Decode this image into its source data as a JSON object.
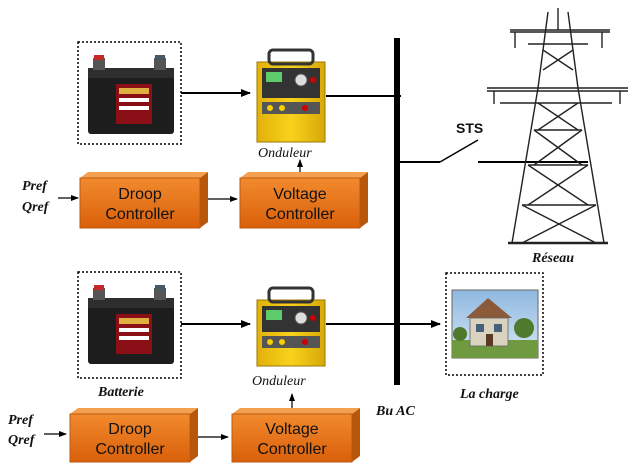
{
  "labels": {
    "pref": "Pref",
    "qref": "Qref",
    "droop_line1": "Droop",
    "droop_line2": "Controller",
    "voltage_line1": "Voltage",
    "voltage_line2": "Controller",
    "onduleur_top": "Onduleur",
    "onduleur_bottom": "Onduleur",
    "batterie": "Batterie",
    "reseau": "Réseau",
    "la_charge": "La charge",
    "bus": "Bu AC",
    "sts": "STS"
  },
  "colors": {
    "controller_fill": "#e46c0a",
    "controller_stroke": "#b85a10",
    "inverter_yellow": "#f2c811",
    "battery_body": "#1b1b1b",
    "line": "#000000"
  },
  "icons": {
    "battery": "battery-icon",
    "inverter": "inverter-icon",
    "pylon": "transmission-tower-icon",
    "house": "house-icon"
  }
}
